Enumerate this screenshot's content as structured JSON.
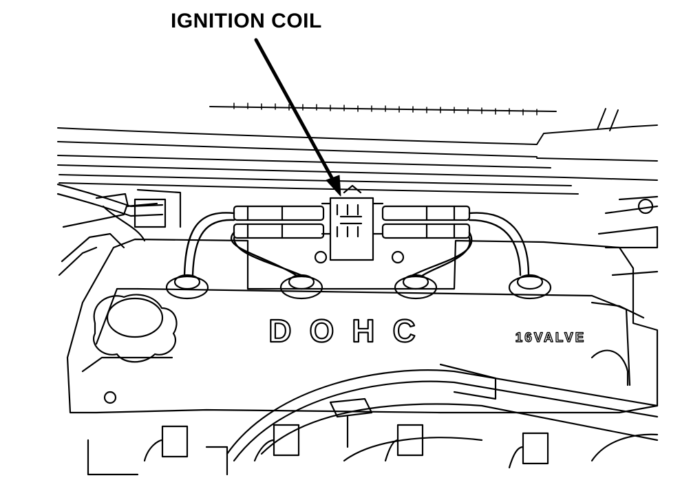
{
  "callout": {
    "label": "IGNITION COIL"
  },
  "engine_cover": {
    "main_text": "DOHC",
    "sub_text": "16VALVE"
  },
  "colors": {
    "ink": "#000000",
    "paper": "#ffffff"
  }
}
